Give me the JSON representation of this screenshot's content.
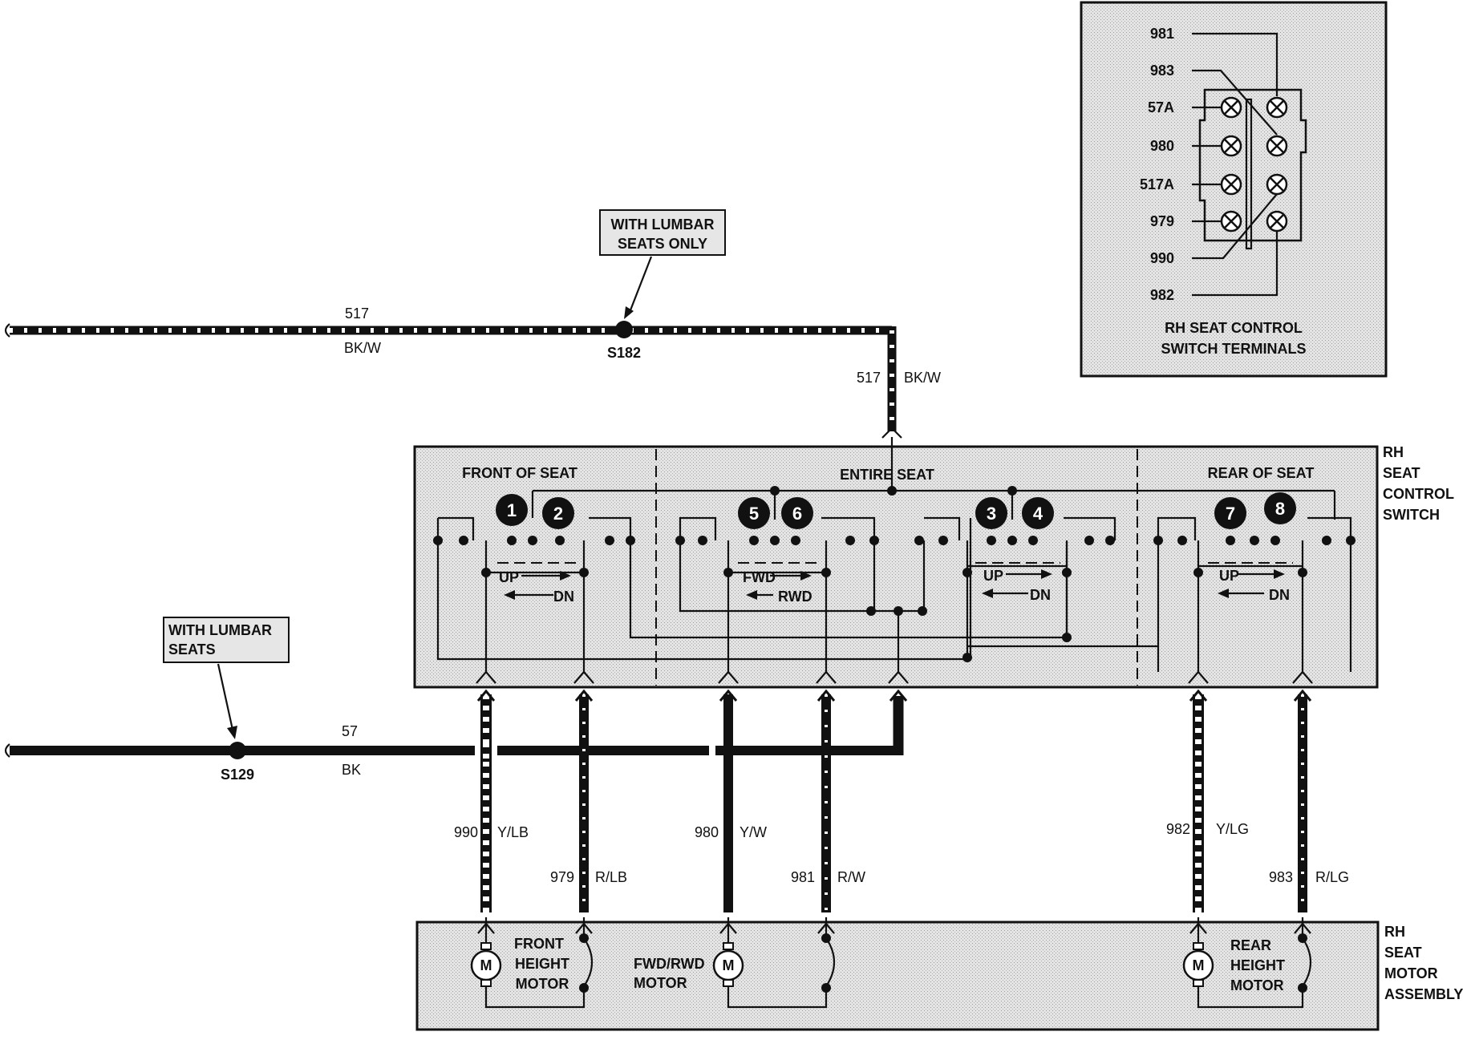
{
  "inset": {
    "title_line1": "RH SEAT CONTROL",
    "title_line2": "SWITCH TERMINALS",
    "terminals": [
      "981",
      "983",
      "57A",
      "980",
      "517A",
      "979",
      "990",
      "982"
    ]
  },
  "notes": {
    "lumbar_only_line1": "WITH LUMBAR",
    "lumbar_only_line2": "SEATS ONLY",
    "lumbar_line1": "WITH LUMBAR",
    "lumbar_line2": "SEATS"
  },
  "splices": {
    "s182": "S182",
    "s129": "S129"
  },
  "wires": {
    "w517_top_num": "517",
    "w517_top_color": "BK/W",
    "w517_drop_num": "517",
    "w517_drop_color": "BK/W",
    "w57_num": "57",
    "w57_color": "BK",
    "w990_num": "990",
    "w990_color": "Y/LB",
    "w979_num": "979",
    "w979_color": "R/LB",
    "w980_num": "980",
    "w980_color": "Y/W",
    "w981_num": "981",
    "w981_color": "R/W",
    "w982_num": "982",
    "w982_color": "Y/LG",
    "w983_num": "983",
    "w983_color": "R/LG"
  },
  "switch": {
    "section_front": "FRONT OF SEAT",
    "section_entire": "ENTIRE SEAT",
    "section_rear": "REAR OF SEAT",
    "label_line1": "RH",
    "label_line2": "SEAT",
    "label_line3": "CONTROL",
    "label_line4": "SWITCH",
    "circles": [
      "1",
      "2",
      "5",
      "6",
      "3",
      "4",
      "7",
      "8"
    ],
    "front_up": "UP",
    "front_dn": "DN",
    "entire_fwd": "FWD",
    "entire_rwd": "RWD",
    "entire_up": "UP",
    "entire_dn": "DN",
    "rear_up": "UP",
    "rear_dn": "DN"
  },
  "motor": {
    "label_line1": "RH",
    "label_line2": "SEAT",
    "label_line3": "MOTOR",
    "label_line4": "ASSEMBLY",
    "front_line1": "FRONT",
    "front_line2": "HEIGHT",
    "front_line3": "MOTOR",
    "fwd_line1": "FWD/RWD",
    "fwd_line2": "MOTOR",
    "rear_line1": "REAR",
    "rear_line2": "HEIGHT",
    "rear_line3": "MOTOR",
    "m_symbol": "M"
  }
}
